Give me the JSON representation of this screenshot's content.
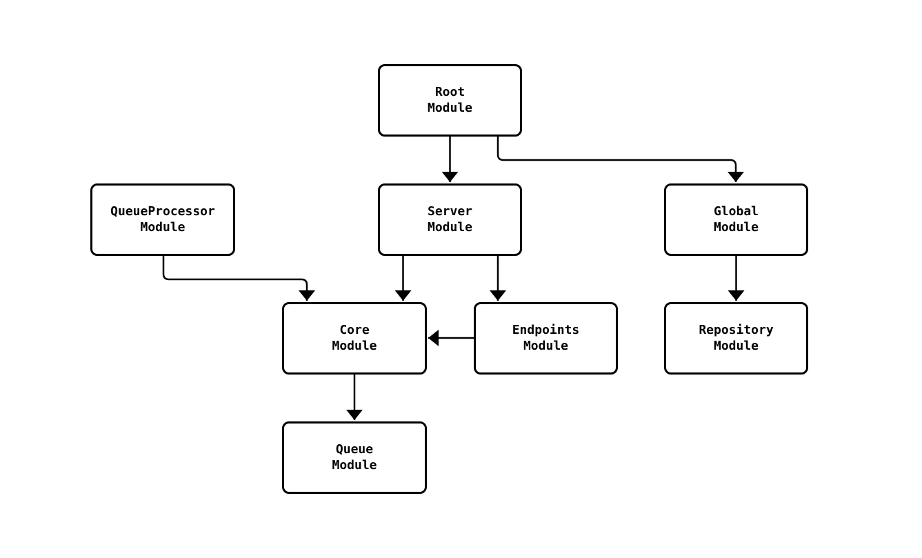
{
  "diagram": {
    "type": "module-dependency-graph",
    "colors": {
      "background": "#ffffff",
      "node_fill": "#ffffff",
      "node_border": "#000000",
      "edge_stroke": "#000000",
      "text": "#000000"
    },
    "nodes": [
      {
        "id": "root",
        "label": "Root\nModule"
      },
      {
        "id": "queueprocessor",
        "label": "QueueProcessor\nModule"
      },
      {
        "id": "server",
        "label": "Server\nModule"
      },
      {
        "id": "global",
        "label": "Global\nModule"
      },
      {
        "id": "core",
        "label": "Core\nModule"
      },
      {
        "id": "endpoints",
        "label": "Endpoints\nModule"
      },
      {
        "id": "repository",
        "label": "Repository\nModule"
      },
      {
        "id": "queue",
        "label": "Queue\nModule"
      }
    ],
    "edges": [
      {
        "from": "Root Module",
        "to": "Server Module"
      },
      {
        "from": "Root Module",
        "to": "Global Module"
      },
      {
        "from": "QueueProcessor Module",
        "to": "Core Module"
      },
      {
        "from": "Server Module",
        "to": "Core Module"
      },
      {
        "from": "Server Module",
        "to": "Endpoints Module"
      },
      {
        "from": "Endpoints Module",
        "to": "Core Module"
      },
      {
        "from": "Core Module",
        "to": "Queue Module"
      },
      {
        "from": "Global Module",
        "to": "Repository Module"
      }
    ]
  }
}
